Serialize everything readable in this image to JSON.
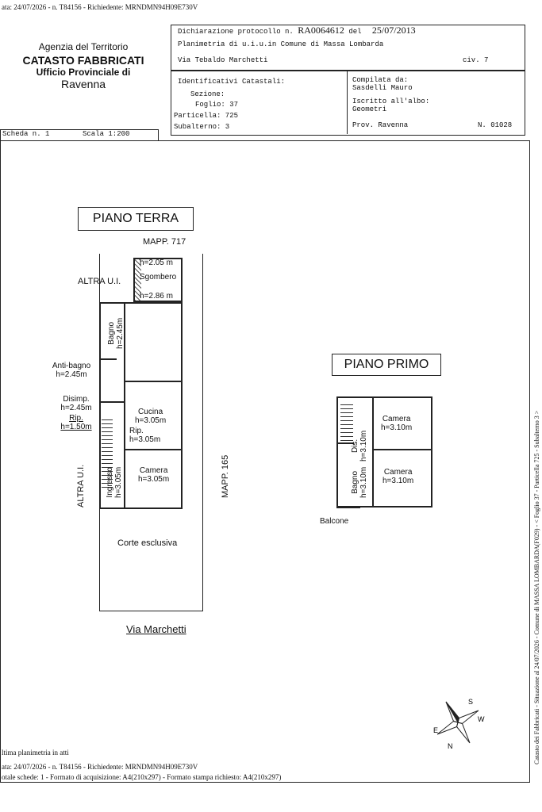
{
  "top_line": "ata: 24/07/2026 - n. T84156 - Richiedente: MRNDMN94H09E730V",
  "agency": {
    "line1": "Agenzia del Territorio",
    "line2": "CATASTO FABBRICATI",
    "line3": "Ufficio Provinciale di",
    "line4": "Ravenna"
  },
  "header": {
    "protocol_label": "Dichiarazione protocollo n.",
    "protocol_number": "RA0064612",
    "protocol_del": "del",
    "protocol_date": "25/07/2013",
    "planimetry": "Planimetria di u.i.u.in Comune di Massa Lombarda",
    "address": "Via Tebaldo Marchetti",
    "civ": "civ. 7",
    "identificativi": "Identificativi Catastali:",
    "sezione": "Sezione:",
    "foglio": "Foglio: 37",
    "particella": "Particella: 725",
    "subalterno": "Subalterno: 3",
    "compilata": "Compilata da:",
    "compiler_name": "Sasdelli Mauro",
    "iscritto": "Iscritto all'albo:",
    "albo": "Geometri",
    "prov": "Prov. Ravenna",
    "number": "N. 01028"
  },
  "scheda": "Scheda n. 1",
  "scala": "Scala 1:200",
  "plan": {
    "piano_terra": "PIANO TERRA",
    "piano_primo": "PIANO PRIMO",
    "mapp717": "MAPP. 717",
    "mapp165": "MAPP. 165",
    "altra_ui_top": "ALTRA U.I.",
    "altra_ui_side": "ALTRA U.I.",
    "sgombero_h1": "h=2.05 m",
    "sgombero": "Sgombero",
    "sgombero_h2": "h=2.86 m",
    "bagno": "Bagno",
    "bagno_h": "h=2.45m",
    "antibagno": "Anti-bagno",
    "antibagno_h": "h=2.45m",
    "disimp": "Disimp.",
    "disimp_h": "h=2.45m",
    "rip": "Rip.",
    "rip_h": "h=1.50m",
    "cucina": "Cucina",
    "cucina_h": "h=3.05m",
    "rip2": "Rip.",
    "rip2_h": "h=3.05m",
    "ingresso": "Ingresso",
    "ingresso_h": "h=3.05m",
    "camera": "Camera",
    "camera_h": "h=3.05m",
    "corte": "Corte esclusiva",
    "via": "Via Marchetti",
    "pp_camera1": "Camera",
    "pp_camera1_h": "h=3.10m",
    "pp_dis": "Dis.",
    "pp_dis_h": "h=3.10m",
    "pp_camera2": "Camera",
    "pp_camera2_h": "h=3.10m",
    "pp_bagno": "Bagno",
    "pp_bagno_h": "h=3.10m",
    "balcone": "Balcone"
  },
  "side_text": "Catasto dei Fabbricati - Situazione al 24/07/2026 - Comune di MASSA LOMBARDA(F029) - < Foglio 37 - Particella 725 - Subalterno 3 >",
  "footer": {
    "line1": "ltima planimetria in atti",
    "line2": "ata: 24/07/2026 - n. T84156 - Richiedente: MRNDMN94H09E730V",
    "line3": "otale schede: 1 - Formato di acquisizione: A4(210x297) - Formato stampa richiesto: A4(210x297)"
  }
}
